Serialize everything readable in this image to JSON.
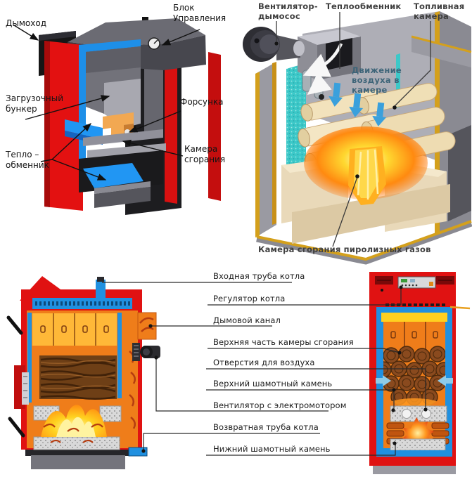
{
  "top_left": {
    "chimney": "Дымоход",
    "control_unit": "Блок Управления",
    "loading_bunker": "Загрузочный бункер",
    "nozzle": "Форсунка",
    "heat_exchanger": "Тепло – обменник",
    "combustion_chamber": "Камера сгорания"
  },
  "top_right": {
    "fan_exhauster": "Вентилятор-дымосос",
    "heat_exchanger": "Теплообменник",
    "fuel_chamber": "Топливная камера",
    "air_movement": "Движение воздуха в камере",
    "pyrolysis_chamber": "Камера сгорания пиролизных газов"
  },
  "bottom": {
    "inlet_pipe": "Входная труба котла",
    "regulator": "Регулятор котла",
    "smoke_channel": "Дымовой канал",
    "upper_chamber": "Верхняя часть камеры сгорания",
    "air_holes": "Отверстия для воздуха",
    "upper_stone": "Верхний шамотный камень",
    "fan_motor": "Вентилятор с электромотором",
    "return_pipe": "Возвратная труба котла",
    "lower_stone": "Нижний шамотный камень"
  },
  "colors": {
    "boiler_red": "#e01212",
    "boiler_orange": "#ef7d1a",
    "water_blue": "#2090e0",
    "heat_exchanger_teal": "#3cc8c8",
    "insulation_gold": "#d4a01c",
    "flame_yellow": "#ffd320",
    "air_label_blue": "#3d6478",
    "label_text": "#1a1a1a"
  }
}
